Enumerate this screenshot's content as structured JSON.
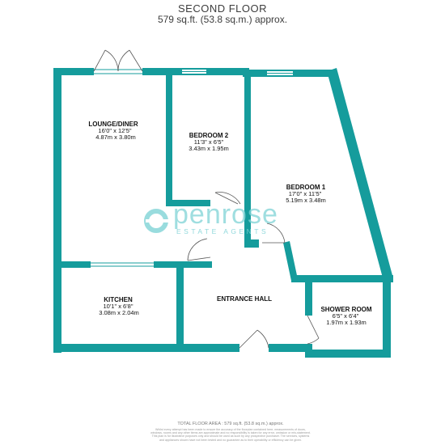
{
  "header": {
    "floor_title": "SECOND FLOOR",
    "floor_area": "579 sq.ft. (53.8 sq.m.) approx."
  },
  "rooms": {
    "lounge": {
      "name": "LOUNGE/DINER",
      "imperial": "16'0\" x 12'5\"",
      "metric": "4.87m  x 3.80m"
    },
    "bedroom2": {
      "name": "BEDROOM 2",
      "imperial": "11'3\" x 6'5\"",
      "metric": "3.43m  x 1.95m"
    },
    "bedroom1": {
      "name": "BEDROOM 1",
      "imperial": "17'0\" x 11'5\"",
      "metric": "5.19m  x 3.48m"
    },
    "kitchen": {
      "name": "KITCHEN",
      "imperial": "10'1\" x 6'8\"",
      "metric": "3.08m  x 2.04m"
    },
    "hall": {
      "name": "ENTRANCE HALL"
    },
    "shower": {
      "name": "SHOWER ROOM",
      "imperial": "6'5\" x 6'4\"",
      "metric": "1.97m  x 1.93m"
    }
  },
  "watermark": {
    "name": "penrose",
    "tagline": "ESTATE AGENTS"
  },
  "footer": {
    "total_area": "TOTAL FLOOR AREA : 579 sq.ft. (53.8 sq.m.) approx.",
    "disclaimer": "Whilst every attempt has been made to ensure the accuracy of the floorplan contained here, measurements of doors, windows, rooms and any other items are approximate and no responsibility is taken for any error, omission or mis-statement. This plan is for illustrative purposes only and should be used as such by any prospective purchaser. The services, systems and appliances shown have not been tested and no guarantee as to their operability or efficiency can be given."
  },
  "colors": {
    "wall": "#159c9c",
    "watermark": "#7fd3d6"
  }
}
